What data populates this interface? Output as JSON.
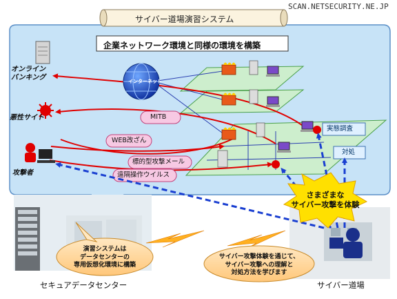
{
  "watermark": "SCAN.NETSECURITY.NE.JP",
  "title": "サイバー道場演習システム",
  "environment_caption": "企業ネットワーク環境と同様の環境を構築",
  "internet_label": "インターネット",
  "left_targets": {
    "online_banking": [
      "オンライン",
      "バンキング"
    ],
    "malicious_site": "悪性サイト",
    "attacker": "攻撃者"
  },
  "attack_labels": {
    "mitb": "MITB",
    "web_tamper": "WEB改ざん",
    "targeted_mail": "標的型攻撃メール",
    "remote_virus": "遠隔操作ウイルス"
  },
  "right_boxes": {
    "investigation": "実態調査",
    "response": "対処"
  },
  "experience_burst": [
    "さまざまな",
    "サイバー攻撃を体験"
  ],
  "bubble_left": [
    "演習システムは",
    "データセンターの",
    "専用仮想化環境に構築"
  ],
  "bubble_right": [
    "サイバー攻撃体験を通じて、",
    "サイバー攻撃への理解と",
    "対処方法を学びます"
  ],
  "bottom_labels": {
    "datacenter": "セキュアデータセンター",
    "dojo": "サイバー道場"
  },
  "colors": {
    "panel_blue": "#c7e3f7",
    "panel_border": "#5b8fc7",
    "platform_green": "#cdeecd",
    "attack_red": "#e00000",
    "dashed_blue": "#1a3fd1",
    "burst_yellow": "#ffe000",
    "bubble_orange": "#ffd9a0",
    "pill_pink": "#f7c9e3"
  }
}
